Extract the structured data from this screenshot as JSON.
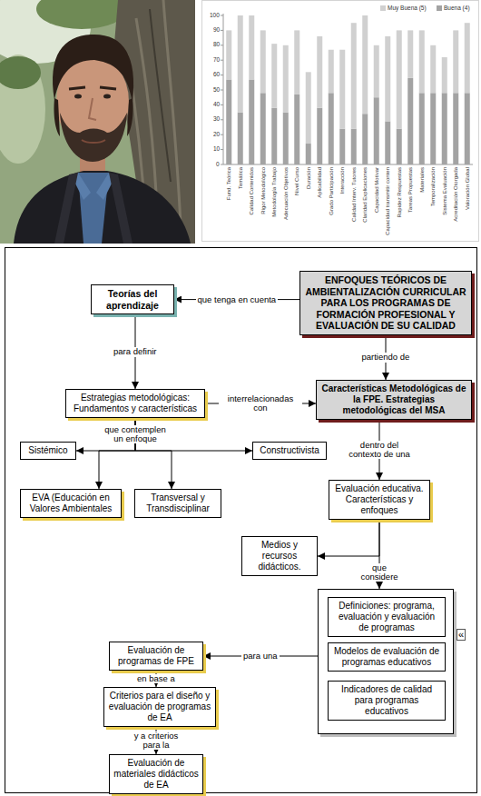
{
  "diagram": {
    "nodes": [
      {
        "text": [
          "ENFOQUES TEÓRICOS DE AMBIENTALIZACIÓN CURRICULAR PARA LOS PROGRAMAS DE FORMACIÓN PROFESIONAL Y EVALUACIÓN DE SU CALIDAD"
        ]
      },
      {
        "text": [
          "Teorías del aprendizaje"
        ]
      },
      {
        "text": [
          "Estrategias metodológicas: Fundamentos y características"
        ]
      },
      {
        "text": [
          "Características Metodológicas de la FPE. Estrategias metodológicas del MSA"
        ]
      },
      {
        "text": [
          "Sistémico"
        ]
      },
      {
        "text": [
          "Constructivista"
        ]
      },
      {
        "text": [
          "Evaluación educativa. Características y enfoques"
        ]
      },
      {
        "text": [
          "EVA (Educación en Valores Ambientales"
        ]
      },
      {
        "text": [
          "Transversal y Transdisciplinar"
        ]
      },
      {
        "text": [
          "Medios y recursos didácticos."
        ]
      },
      {
        "text": []
      },
      {
        "text": [
          "Definiciones: programa, evaluación y evaluación de programas"
        ],
        "in": 10
      },
      {
        "text": [
          "Modelos de evaluación de programas educativos"
        ],
        "in": 10
      },
      {
        "text": [
          "Indicadores de calidad para programas educativos"
        ],
        "in": 10
      },
      {
        "text": [
          "Evaluación de programas de FPE"
        ]
      },
      {
        "text": [
          "Criterios para el diseño y evaluación de programas de EA"
        ]
      },
      {
        "text": [
          "Evaluación de materiales didácticos de EA"
        ]
      }
    ],
    "edges": [
      {
        "from": 0,
        "to": 1,
        "label": "que tenga en cuenta",
        "arrow": "to"
      },
      {
        "from": 1,
        "to": 2,
        "label": "para definir",
        "arrow": "to"
      },
      {
        "from": 0,
        "to": 3,
        "label": "partiendo de",
        "arrow": "to"
      },
      {
        "from": 2,
        "to": 3,
        "label": "interrelacionadas con",
        "arrow": "to"
      },
      {
        "from": 2,
        "to": 4,
        "label": "que contemplen un enfoque",
        "arrow": "to"
      },
      {
        "from": 2,
        "to": 5,
        "arrow": "to"
      },
      {
        "from": 2,
        "to": 7,
        "arrow": "to"
      },
      {
        "from": 2,
        "to": 8,
        "arrow": "to"
      },
      {
        "from": 3,
        "to": 6,
        "label": "dentro del contexto de una",
        "arrow": "to"
      },
      {
        "from": 6,
        "to": 9,
        "arrow": "to"
      },
      {
        "from": 6,
        "to": 10,
        "label": "que considere",
        "arrow": "to"
      },
      {
        "from": 10,
        "to": 14,
        "label": "para una",
        "arrow": "to"
      },
      {
        "from": 14,
        "to": 15,
        "label": "en base a",
        "arrow": "to"
      },
      {
        "from": 15,
        "to": 16,
        "label": "y a criterios para la",
        "arrow": "to"
      }
    ],
    "labels": [
      "100",
      "90",
      "80",
      "70",
      "60",
      "50",
      "40",
      "30",
      "20",
      "10",
      "0",
      "Fund. Teórica",
      "Temática",
      "Calidad Contenidos",
      "Rigor Metodológico",
      "Metodología Trabajo",
      "Adecuación Objetivos",
      "Nivel Curso",
      "Duración",
      "Aplicabilidad",
      "Grado Participación",
      "Interacción",
      "Calidad Interv. Tutores",
      "Claridad Explicaciones",
      "Capacidad Motivar",
      "Capacidad transmitir conten",
      "Rapidez Respuestas",
      "Tareas Propuestas",
      "Materiales",
      "Temporalización",
      "Sistema Evaluación",
      "Acreditación Otorgada",
      "Valoración Global",
      "«"
    ],
    "legend": [
      {
        "text": "Muy Buena (5)",
        "color": "#d0d0d0"
      },
      {
        "text": "Buena (4)",
        "color": "#a3a3a3"
      }
    ]
  }
}
